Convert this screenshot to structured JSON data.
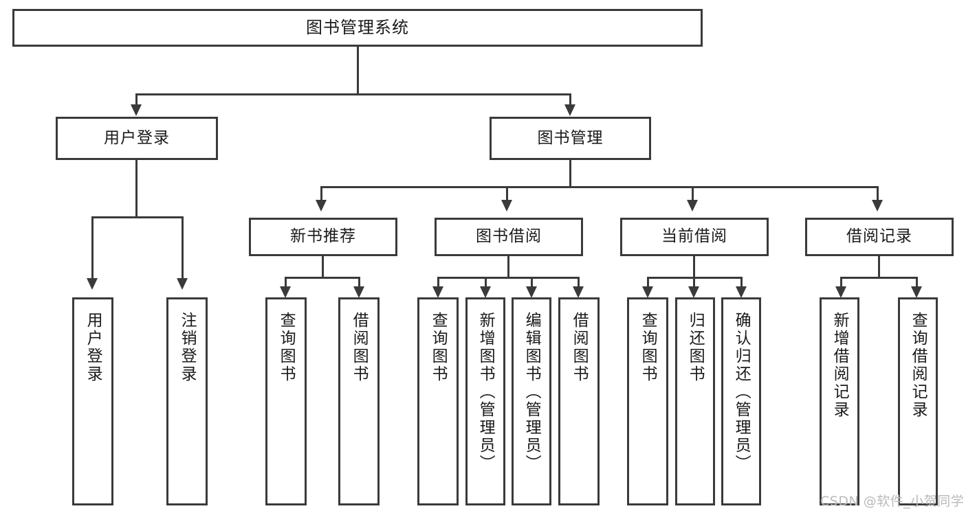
{
  "diagram": {
    "title": "图书管理系统",
    "root": {
      "label": "图书管理系统"
    },
    "level2": [
      {
        "label": "用户登录"
      },
      {
        "label": "图书管理"
      }
    ],
    "level3": [
      {
        "label": "新书推荐"
      },
      {
        "label": "图书借阅"
      },
      {
        "label": "当前借阅"
      },
      {
        "label": "借阅记录"
      }
    ],
    "leaves": {
      "user_login": [
        {
          "label": "用户登录"
        },
        {
          "label": "注销登录"
        }
      ],
      "new_book_recommend": [
        {
          "label": "查询图书"
        },
        {
          "label": "借阅图书"
        }
      ],
      "book_borrow": [
        {
          "label": "查询图书"
        },
        {
          "label": "新增图书（管理员）"
        },
        {
          "label": "编辑图书（管理员）"
        },
        {
          "label": "借阅图书"
        }
      ],
      "current_borrow": [
        {
          "label": "查询图书"
        },
        {
          "label": "归还图书"
        },
        {
          "label": "确认归还（管理员）"
        }
      ],
      "borrow_record": [
        {
          "label": "新增借阅记录"
        },
        {
          "label": "查询借阅记录"
        }
      ]
    }
  },
  "watermark": {
    "text": "CSDN @软件_小贺同学"
  },
  "colors": {
    "stroke": "#3a3a3a",
    "text": "#1a1a1a",
    "background": "#ffffff",
    "watermark": "#b9b9b9"
  }
}
